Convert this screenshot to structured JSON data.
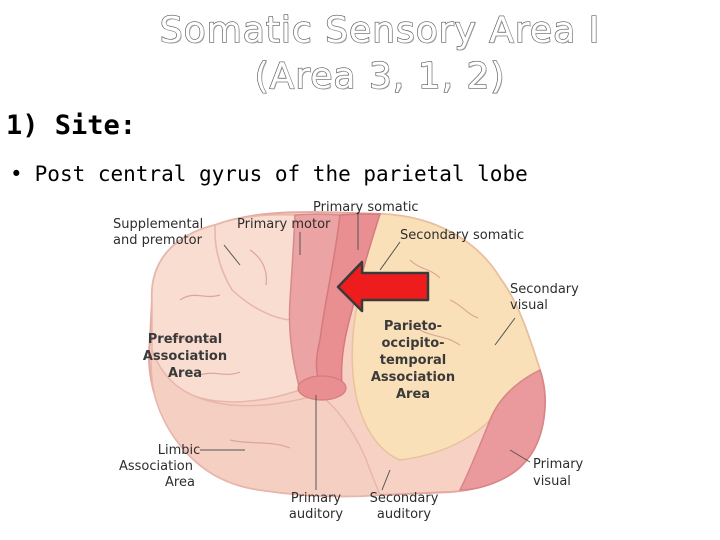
{
  "title": {
    "line1": "Somatic Sensory Area I",
    "line2": "(Area 3, 1, 2)"
  },
  "site_label": "1) Site:",
  "bullet": {
    "glyph": "•",
    "text": "Post central gyrus of the parietal lobe"
  },
  "diagram": {
    "labels": {
      "primary_somatic": "Primary somatic",
      "supplemental_1": "Supplemental",
      "supplemental_2": "and premotor",
      "primary_motor": "Primary motor",
      "secondary_somatic": "Secondary somatic",
      "secondary_visual_1": "Secondary",
      "secondary_visual_2": "visual",
      "prefrontal_1": "Prefrontal",
      "prefrontal_2": "Association",
      "prefrontal_3": "Area",
      "parieto_1": "Parieto-",
      "parieto_2": "occipito-",
      "parieto_3": "temporal",
      "parieto_4": "Association",
      "parieto_5": "Area",
      "limbic_1": "Limbic",
      "limbic_2": "Association",
      "limbic_3": "Area",
      "primary_visual_1": "Primary",
      "primary_visual_2": "visual",
      "primary_auditory_1": "Primary",
      "primary_auditory_2": "auditory",
      "secondary_auditory_1": "Secondary",
      "secondary_auditory_2": "auditory"
    },
    "colors": {
      "brain_base": "#f7d2c4",
      "association": "#f8ddd0",
      "parietal": "#f9e0b8",
      "motor_strip": "#eca3a3",
      "somatic_strip": "#e98f92",
      "visual": "#ea9a9c",
      "arrow": "#ee1c1c"
    }
  }
}
